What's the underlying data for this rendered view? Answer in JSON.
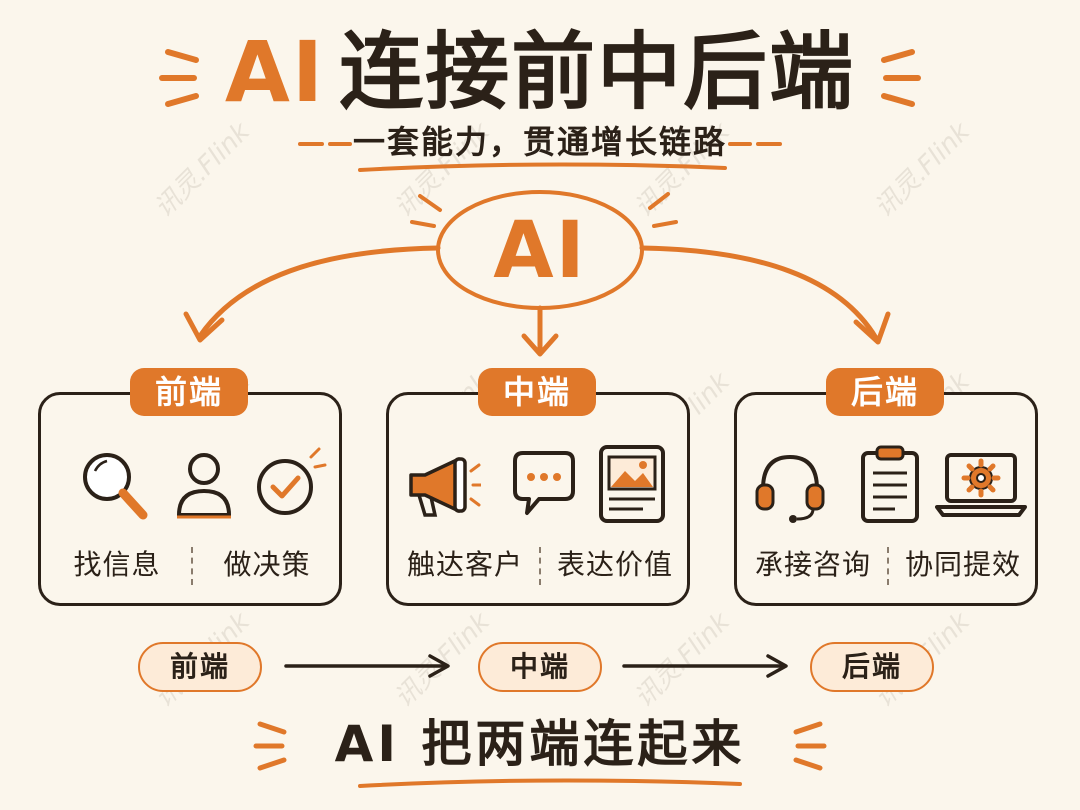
{
  "title": {
    "ai": "AI",
    "rest": "连接前中后端"
  },
  "subtitle": "一套能力，贯通增长链路",
  "center_label": "AI",
  "cards": [
    {
      "tab": "前端",
      "labels": [
        "找信息",
        "做决策"
      ],
      "icons": [
        "magnifier-icon",
        "user-icon",
        "check-circle-icon"
      ]
    },
    {
      "tab": "中端",
      "labels": [
        "触达客户",
        "表达价值"
      ],
      "icons": [
        "megaphone-icon",
        "chat-bubble-icon",
        "image-document-icon"
      ]
    },
    {
      "tab": "后端",
      "labels": [
        "承接咨询",
        "协同提效"
      ],
      "icons": [
        "headset-icon",
        "clipboard-icon",
        "laptop-gear-icon"
      ]
    }
  ],
  "flow": [
    "前端",
    "中端",
    "后端"
  ],
  "slogan": "AI 把两端连起来",
  "watermark": "讯灵.Flink",
  "colors": {
    "accent": "#e0782a",
    "ink": "#2b2118",
    "background": "#fbf6ec"
  }
}
